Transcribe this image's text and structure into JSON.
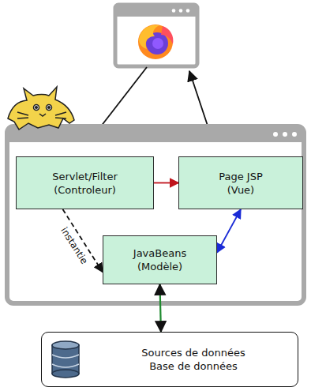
{
  "diagram": {
    "nodes": [
      {
        "text": [
          "Servlet/Filter",
          "(Controleur)"
        ]
      },
      {
        "text": [
          "Page JSP",
          "(Vue)"
        ]
      },
      {
        "text": [
          "JavaBeans",
          "(Modèle)"
        ]
      },
      {
        "text": [
          "Sources de données",
          "Base de données"
        ]
      }
    ],
    "edges": [
      {
        "from": 0,
        "to": 1,
        "arrow": "to"
      },
      {
        "from": 0,
        "to": 2,
        "arrow": "to",
        "label": "instantie"
      },
      {
        "from": 2,
        "to": 1,
        "arrow": "both"
      },
      {
        "from": 2,
        "to": 3,
        "arrow": "both"
      }
    ]
  }
}
